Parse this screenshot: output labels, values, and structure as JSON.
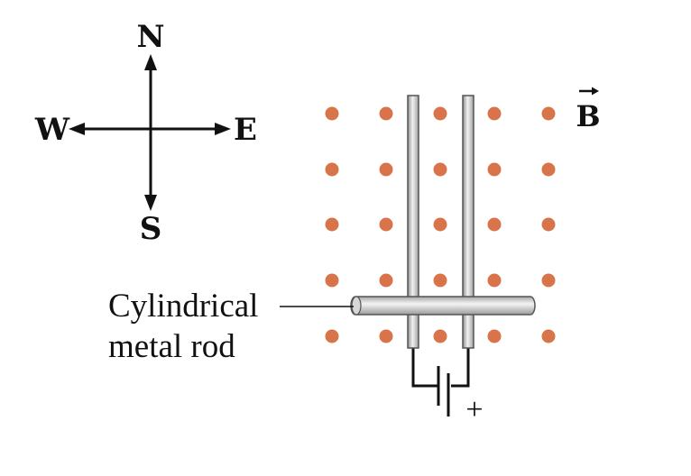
{
  "compass": {
    "north": "N",
    "south": "S",
    "east": "E",
    "west": "W"
  },
  "field": {
    "symbol": "B",
    "direction": "out of page",
    "dot_color": "#d8734a"
  },
  "rod": {
    "label_line1": "Cylindrical",
    "label_line2": "metal rod"
  },
  "battery": {
    "positive_terminal": "+"
  }
}
